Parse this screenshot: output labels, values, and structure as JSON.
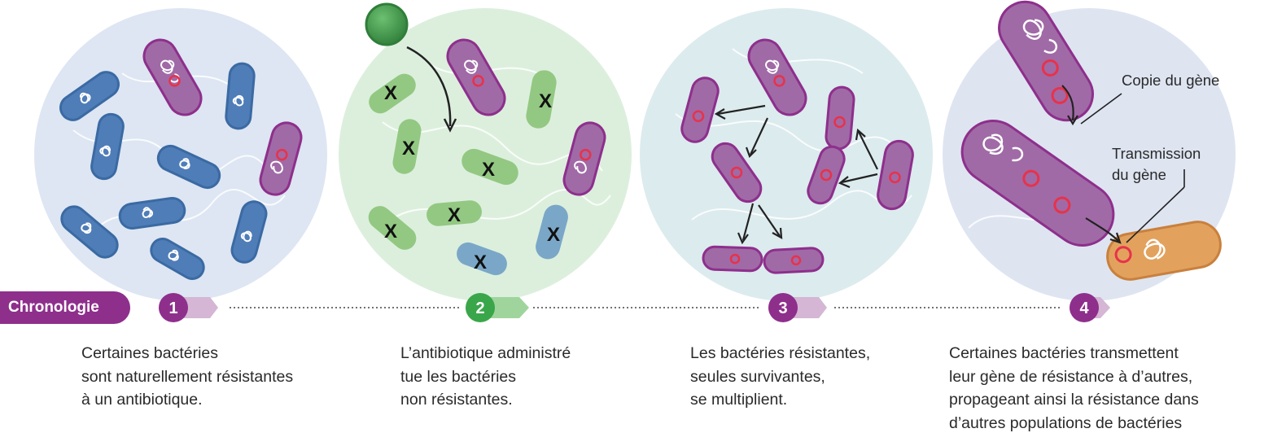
{
  "timeline": {
    "label": "Chronologie",
    "steps": [
      {
        "number": "1",
        "color": "#8e2f8c",
        "lines": [
          "Certaines bactéries",
          "sont naturellement résistantes",
          "à un antibiotique."
        ]
      },
      {
        "number": "2",
        "color": "#3aa64a",
        "lines": [
          "L’antibiotique administré",
          "tue les bactéries",
          "non résistantes."
        ]
      },
      {
        "number": "3",
        "color": "#8e2f8c",
        "lines": [
          "Les bactéries résistantes,",
          "seules survivantes,",
          "se multiplient."
        ]
      },
      {
        "number": "4",
        "color": "#8e2f8c",
        "lines": [
          "Certaines bactéries transmettent",
          "leur gène de résistance à d’autres,",
          "propageant ainsi la résistance dans",
          "d’autres populations de bactéries"
        ]
      }
    ]
  },
  "callouts": {
    "gene_copy": "Copie du gène",
    "gene_transmission_line1": "Transmission",
    "gene_transmission_line2": "du gène"
  },
  "marks": {
    "dead_marker": "X"
  },
  "colors": {
    "purple": "#8e2f8c",
    "green": "#3aa64a",
    "resistant_bacteria": "#a06aa6",
    "normal_bacteria": "#4f7db8",
    "dead_bacteria": "#93c882",
    "receiving_bacteria": "#e2a25e",
    "gene_marker": "#e8324a"
  }
}
